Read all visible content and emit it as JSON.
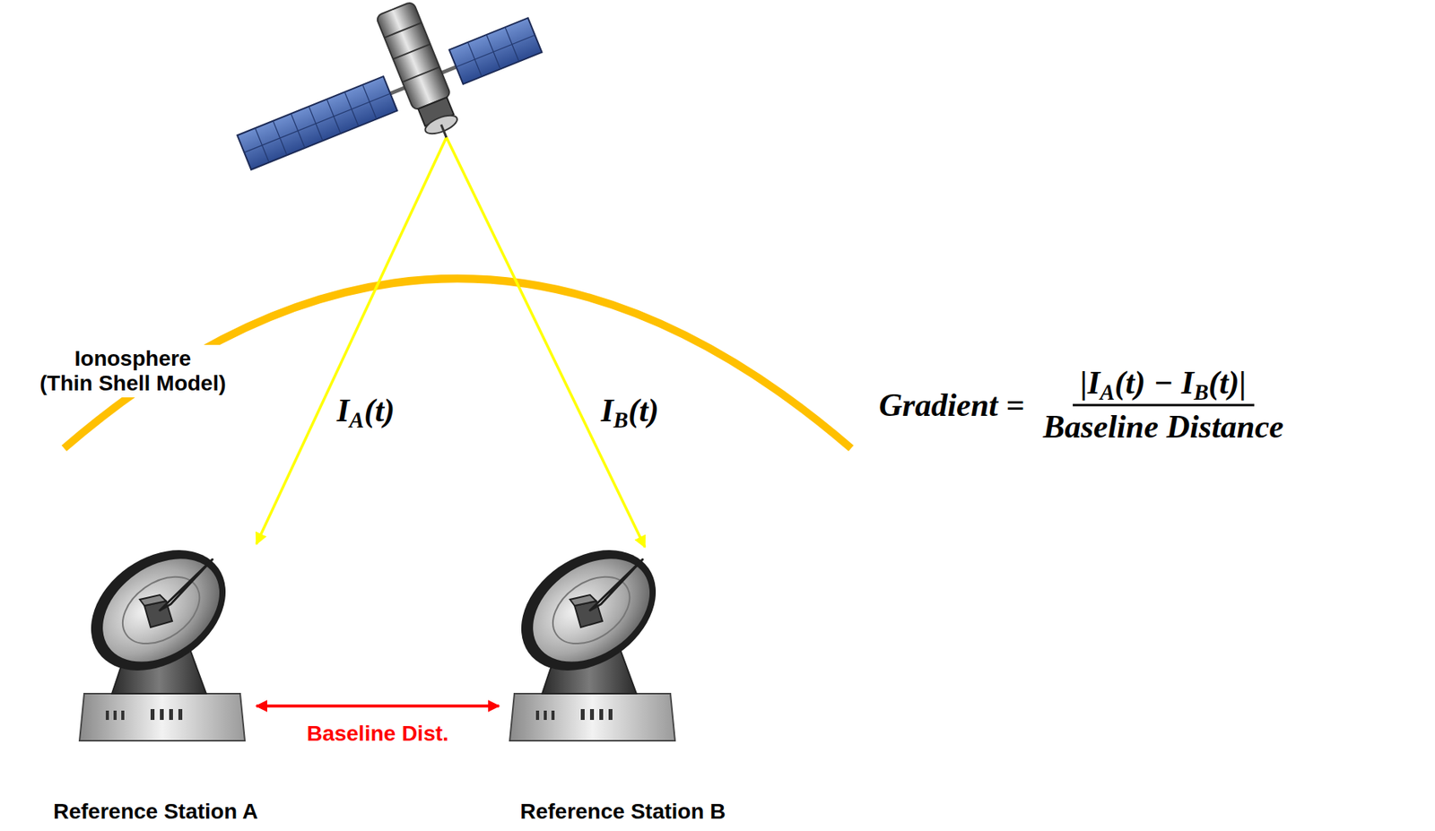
{
  "diagram": {
    "nodes": [
      {
        "text": [
          "Reference Station A"
        ]
      },
      {
        "text": [
          "Reference Station B"
        ]
      }
    ],
    "edges": [
      {
        "from": 0,
        "to": 1,
        "arrow": "both",
        "label": "Baseline Dist."
      }
    ],
    "labels": [
      "Ionosphere (Thin Shell Model)",
      "IA(t)",
      "IB(t)",
      "Gradient =",
      "|IA(t) − IB(t)|",
      "Baseline Distance"
    ]
  }
}
